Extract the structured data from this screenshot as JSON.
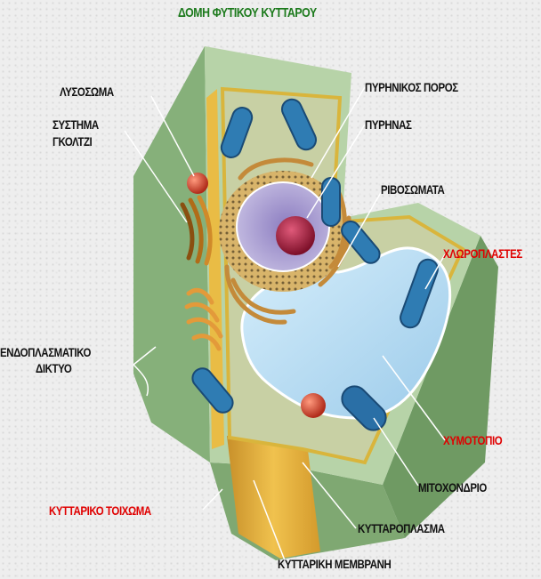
{
  "title": "ΔΟΜΗ ΦΥΤΙΚΟΥ ΚΥΤΤΑΡΟΥ",
  "labels": {
    "lysosome": "ΛΥΣΟΣΩΜΑ",
    "golgi_line1": "ΣΥΣΤΗΜΑ",
    "golgi_line2": "ΓΚΟΛΤΖΙ",
    "nuclear_pore": "ΠΥΡΗΝΙΚΟΣ ΠΟΡΟΣ",
    "nucleus": "ΠΥΡΗΝΑΣ",
    "ribosomes": "ΡΙΒΟΣΩΜΑΤΑ",
    "chloroplasts": "ΧΛΩΡΟΠΛΑΣΤΕΣ",
    "er_line1": "ΕΝΔΟΠΛΑΣΜΑΤΙΚΟ",
    "er_line2": "ΔΙΚΤΥΟ",
    "vacuole": "ΧΥΜΟΤΟΠΙΟ",
    "mitochondrion": "ΜΙΤΟΧΟΝΔΡΙΟ",
    "cell_wall": "ΚΥΤΤΑΡΙΚΟ ΤΟΙΧΩΜΑ",
    "cytoplasm": "ΚΥΤΤΑΡΟΠΛΑΣΜΑ",
    "cell_membrane": "ΚΥΤΤΑΡΙΚΗ ΜΕΜΒΡΑΝΗ"
  },
  "colors": {
    "title": "#1c7a1c",
    "highlight_label": "#e00000",
    "label": "#111111",
    "cell_wall_outer": "#9fc493",
    "cell_wall_dark": "#6f9a63",
    "cytoplasm": "#c8d0a4",
    "cut_face": "#e2b23a",
    "vacuole": "#b8dcf2",
    "chloroplast": "#2f7cb3",
    "nucleus": "#a99ccd",
    "nucleolus": "#a3183a",
    "golgi": "#b06c18",
    "er": "#e39a3a",
    "lysosome": "#d64530"
  }
}
